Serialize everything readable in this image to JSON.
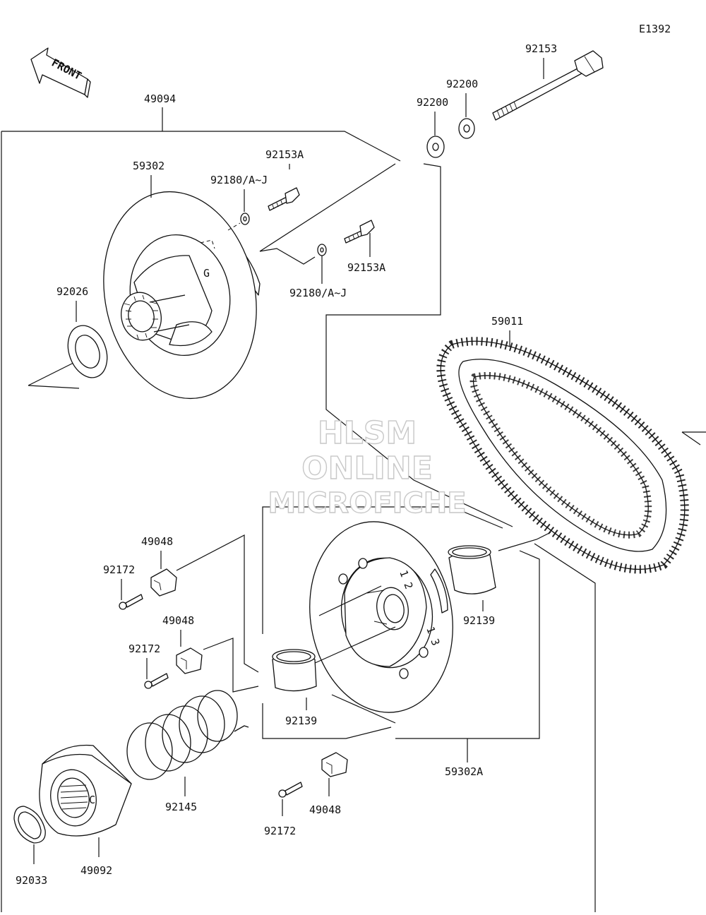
{
  "diagram": {
    "code": "E1392",
    "front_label": "FRONT",
    "watermark": {
      "line1": "HLSM",
      "line2": "ONLINE",
      "line3": "MICROFICHE"
    },
    "parts": [
      {
        "id": "49094"
      },
      {
        "id": "59302"
      },
      {
        "id": "92180/A~J"
      },
      {
        "id": "92153A"
      },
      {
        "id": "92153"
      },
      {
        "id": "92200"
      },
      {
        "id": "92026"
      },
      {
        "id": "59011"
      },
      {
        "id": "49048"
      },
      {
        "id": "92172"
      },
      {
        "id": "92139"
      },
      {
        "id": "92145"
      },
      {
        "id": "49092"
      },
      {
        "id": "92033"
      },
      {
        "id": "59302A"
      }
    ]
  }
}
